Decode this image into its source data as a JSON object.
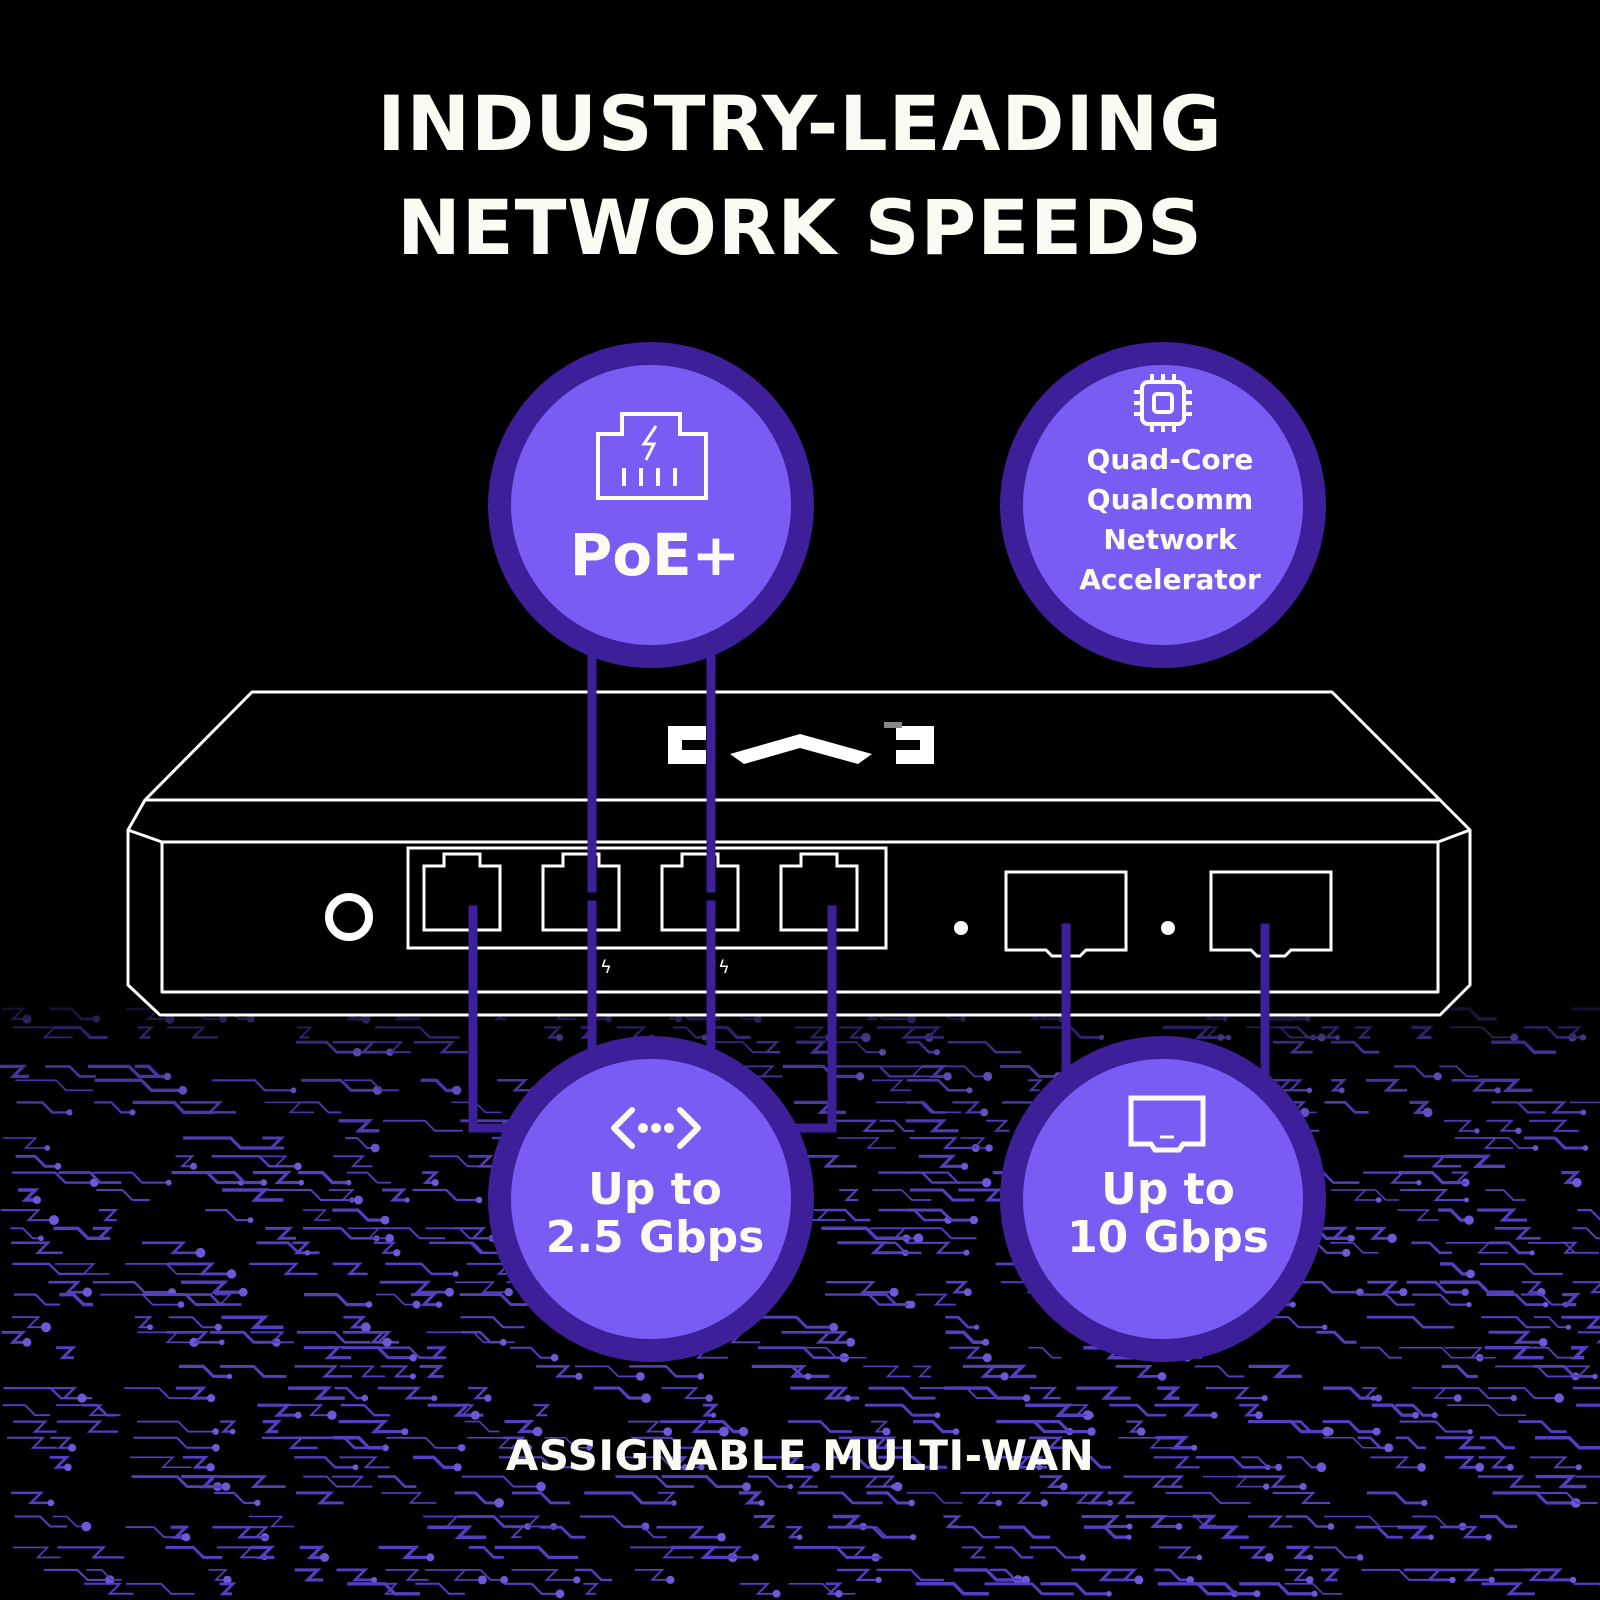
{
  "headline": {
    "line1": "INDUSTRY-LEADING",
    "line2": "NETWORK SPEEDS"
  },
  "badges": {
    "poe": {
      "label": "PoE+",
      "icon": "ethernet-poe-icon"
    },
    "cpu": {
      "lines": [
        "Quad-Core",
        "Qualcomm",
        "Network",
        "Accelerator"
      ],
      "icon": "processor-chip-icon"
    },
    "lan": {
      "lines": [
        "Up to",
        "2.5 Gbps"
      ],
      "icon": "network-arrows-icon"
    },
    "sfp": {
      "lines": [
        "Up to",
        "10 Gbps"
      ],
      "icon": "sfp-port-icon"
    }
  },
  "footer": {
    "text": "ASSIGNABLE MULTI-WAN"
  },
  "colors": {
    "background": "#000000",
    "badge_fill": "#7a5cf5",
    "badge_ring": "#3e1f9a",
    "connector": "#3e1f9a",
    "circuit": "#5f45d6",
    "text": "#fbfbf3",
    "outline": "#ffffff"
  }
}
